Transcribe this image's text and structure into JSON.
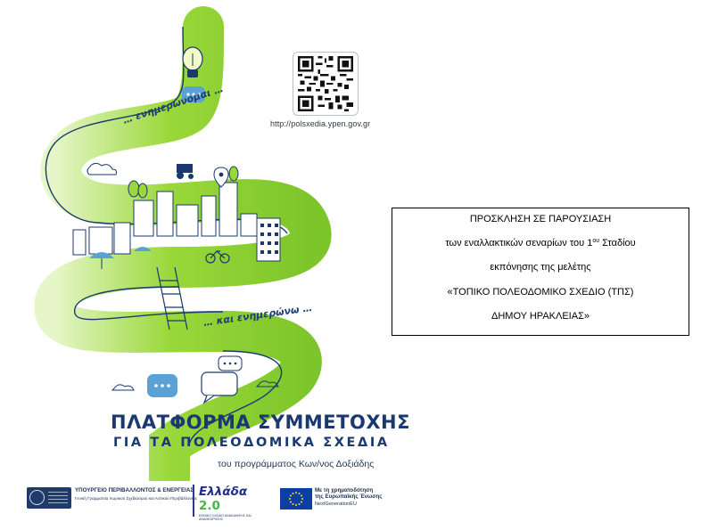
{
  "poster": {
    "qr_caption": "http://polsxedia.ypen.gov.gr",
    "curve_label_top": "… ενημερώνομαι …",
    "curve_label_bottom": "… και ενημερώνω …",
    "title_line1": "ΠΛΑΤΦΟΡΜΑ ΣΥΜΜΕΤΟΧΗΣ",
    "title_line2": "ΓΙΑ ΤΑ ΠΟΛΕΟΔΟΜΙΚΑ ΣΧΕΔΙΑ",
    "title_line3": "του προγράμματος Κων/νος Δοξιάδης",
    "colors": {
      "road_green": "#9ad83a",
      "road_light": "#e6f6c8",
      "outline_navy": "#1a3970",
      "bubble_blue": "#5aa2d6"
    }
  },
  "footer": {
    "ministry_name": "ΥΠΟΥΡΓΕΙΟ ΠΕΡΙΒΑΛΛΟΝΤΟΣ & ΕΝΕΡΓΕΙΑΣ",
    "ministry_sub": "Γενική Γραμματεία Χωρικού Σχεδιασμού και Αστικού Περιβάλλοντος",
    "greece_brand": "Ελλάδα",
    "greece_number": "2.0",
    "greece_sub": "ΕΘΝΙΚΟ ΣΧΕΔΙΟ ΑΝΑΚΑΜΨΗΣ ΚΑΙ ΑΝΑΘΕΩΡΗΣΗΣ",
    "eu_line1": "Με τη χρηματοδότηση",
    "eu_line2": "της Ευρωπαϊκής Ένωσης",
    "eu_line3": "NextGenerationEU"
  },
  "invitation": {
    "line1": "ΠΡΟΣΚΛΗΣΗ ΣΕ ΠΑΡΟΥΣΙΑΣΗ",
    "line2_prefix": "των εναλλακτικών σεναρίων του 1",
    "line2_sup": "ου",
    "line2_suffix": " Σταδίου",
    "line3": "εκπόνησης της μελέτης",
    "line4": "«ΤΟΠΙΚΟ ΠΟΛΕΟΔΟΜΙΚΟ ΣΧΕΔΙΟ (ΤΠΣ)",
    "line5": "ΔΗΜΟΥ ΗΡΑΚΛΕΙΑΣ»"
  }
}
